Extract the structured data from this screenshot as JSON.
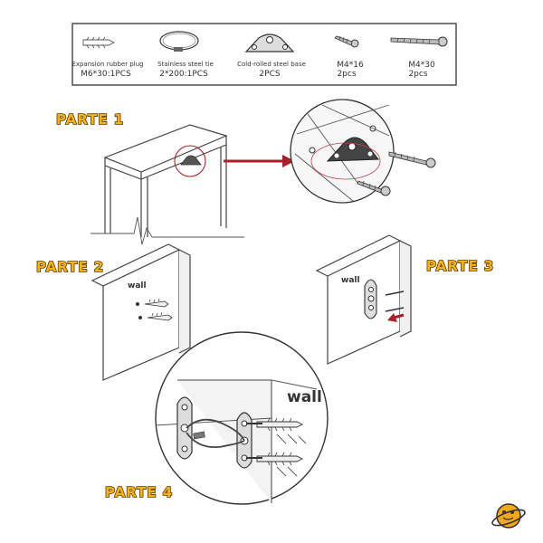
{
  "parts_list": [
    {
      "name": "Expansion rubber plug",
      "spec": "M6*30:1PCS",
      "icon": "expansion-plug-icon"
    },
    {
      "name": "Stainless steel tie",
      "spec": "2*200:1PCS",
      "icon": "steel-tie-icon"
    },
    {
      "name": "Cold-rolled steel base",
      "spec": "2PCS",
      "icon": "steel-base-icon"
    },
    {
      "name": "M4*16",
      "spec": "2pcs",
      "icon": "short-screw-icon"
    },
    {
      "name": "M4*30",
      "spec": "2pcs",
      "icon": "long-screw-icon"
    }
  ],
  "steps": [
    {
      "label": "PARTE 1"
    },
    {
      "label": "PARTE 2"
    },
    {
      "label": "PARTE 3"
    },
    {
      "label": "PARTE 4"
    }
  ],
  "wall_labels": {
    "step2": "wall",
    "step3": "wall",
    "step4": "wall"
  },
  "colors": {
    "parte_fill": "#f6b21b",
    "arrow": "#a8202a",
    "logo": "#f4a81c"
  }
}
